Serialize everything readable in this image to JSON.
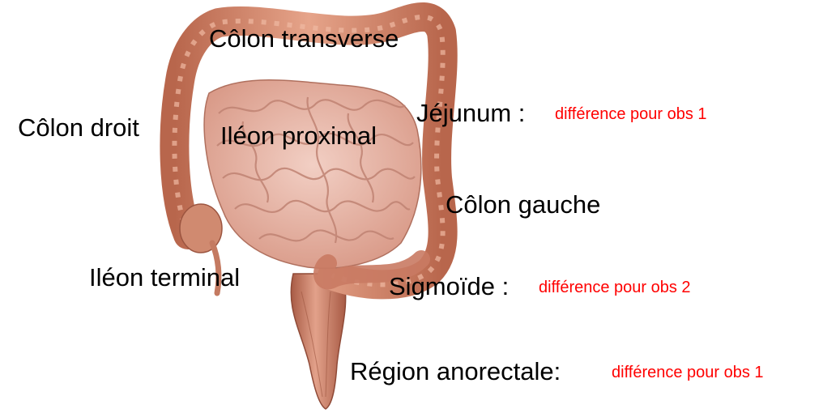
{
  "colors": {
    "label_text": "#000000",
    "note_text": "#ff0000",
    "colon_tissue": "#d48a6f",
    "small_intestine_tissue": "#e8b4a6",
    "rectum_tissue": "#c97a63"
  },
  "labels": {
    "colon_transverse": "Côlon transverse",
    "colon_droit": "Côlon droit",
    "ileon_proximal": "Iléon proximal",
    "jejunum": "Jéjunum :",
    "jejunum_note": "différence pour obs 1",
    "colon_gauche": "Côlon gauche",
    "ileon_terminal": "Iléon terminal",
    "sigmoide": "Sigmoïde :",
    "sigmoide_note": "différence pour obs 2",
    "region_anorectale": "Région anorectale:",
    "region_anorectale_note": "différence pour obs 1"
  }
}
